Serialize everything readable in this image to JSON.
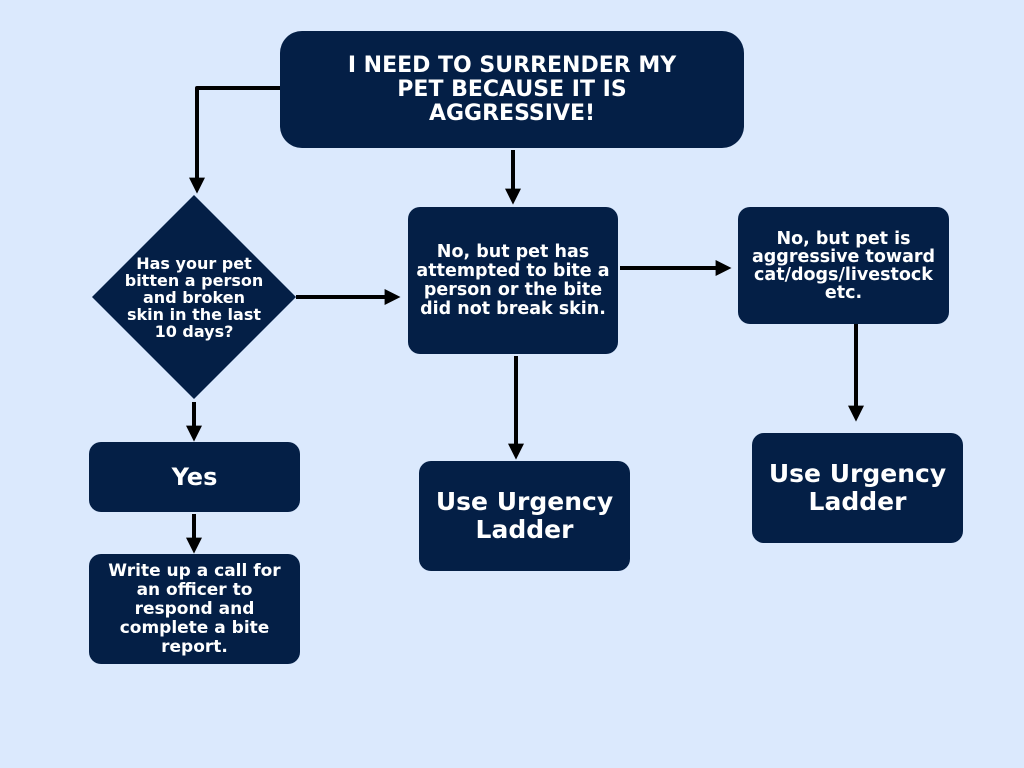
{
  "flowchart": {
    "nodes": {
      "top": "I NEED TO SURRENDER MY PET BECAUSE IT IS AGGRESSIVE!",
      "question": "Has your pet bitten a person and broken skin in the last 10 days?",
      "attempted": "No, but pet has attempted to bite a person or the bite did not break skin.",
      "animals": "No, but pet is aggressive toward cat/dogs/livestock etc.",
      "yes": "Yes",
      "writeup": "Write up a call for an officer to respond and complete a bite report.",
      "ladder_mid": "Use Urgency Ladder",
      "ladder_right": "Use Urgency Ladder"
    },
    "colors": {
      "background": "#dbe9fd",
      "node_fill": "#041f46",
      "node_text": "#ffffff",
      "arrow": "#000000"
    }
  }
}
